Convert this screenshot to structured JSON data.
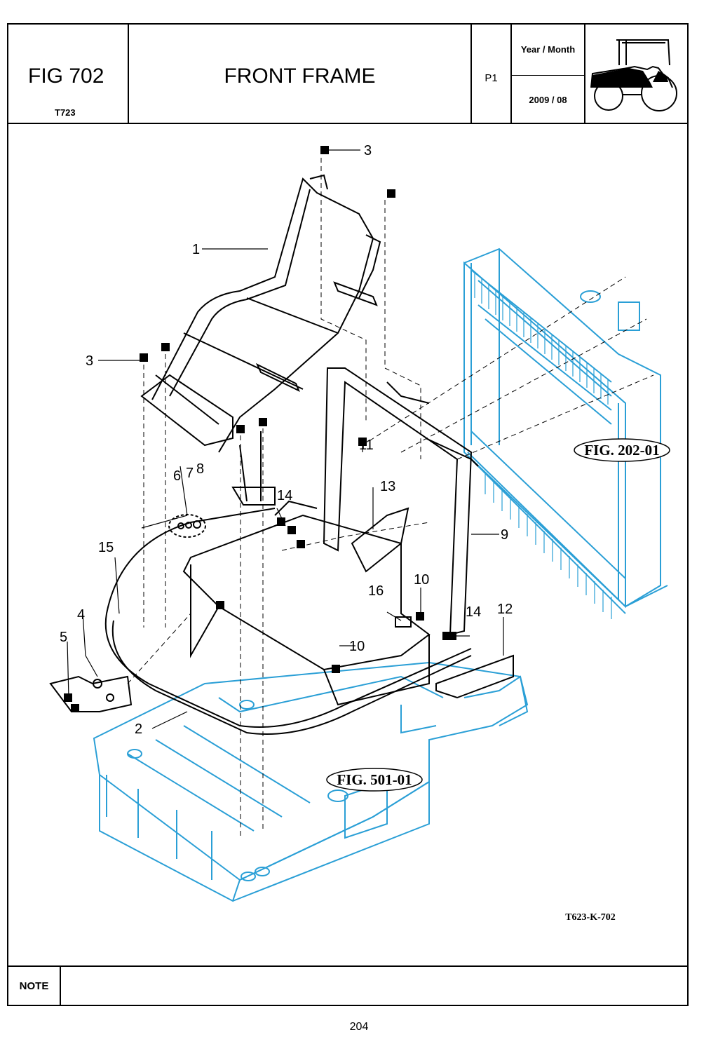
{
  "header": {
    "fig_number": "FIG 702",
    "model": "T723",
    "title": "FRONT FRAME",
    "page_code": "P1",
    "year_month_label": "Year / Month",
    "year_month_value": "2009 / 08",
    "thumbnail_icon": "tractor-icon"
  },
  "drawing": {
    "callouts": [
      "1",
      "2",
      "3",
      "3",
      "4",
      "5",
      "6",
      "7",
      "8",
      "9",
      "10",
      "10",
      "11",
      "12",
      "13",
      "14",
      "14",
      "15",
      "16"
    ],
    "references": {
      "radiator": "FIG. 202-01",
      "chassis": "FIG. 501-01"
    },
    "drawing_number": "T623-K-702",
    "colors": {
      "line": "#000000",
      "reference_part": "#2a9fd6"
    }
  },
  "note": {
    "label": "NOTE",
    "text": ""
  },
  "footer": {
    "page_number": "204"
  }
}
